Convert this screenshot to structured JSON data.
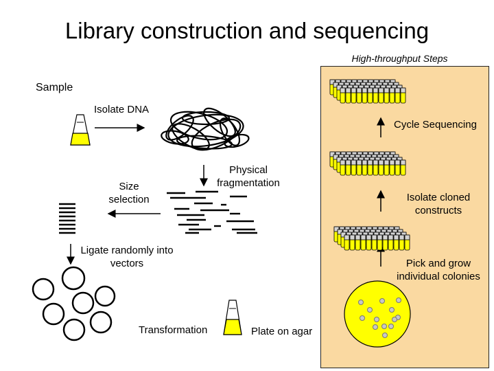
{
  "title": "Library construction and sequencing",
  "high_throughput_label": "High-throughput Steps",
  "colors": {
    "panel": "#fad9a1",
    "liquid": "#ffff00",
    "tube_cap": "#d4d4d4",
    "colony": "#c7c7c7"
  },
  "labels": {
    "sample": "Sample",
    "isolate_dna": "Isolate DNA",
    "physical_fragmentation": [
      "Physical",
      "fragmentation"
    ],
    "size_selection": [
      "Size",
      "selection"
    ],
    "ligate": [
      "Ligate randomly into",
      "vectors"
    ],
    "transformation": "Transformation",
    "plate_on_agar": "Plate on agar",
    "pick_colonies": [
      "Pick and grow",
      "individual colonies"
    ],
    "isolate_clones": [
      "Isolate cloned",
      "constructs"
    ],
    "cycle_sequencing": "Cycle Sequencing"
  }
}
